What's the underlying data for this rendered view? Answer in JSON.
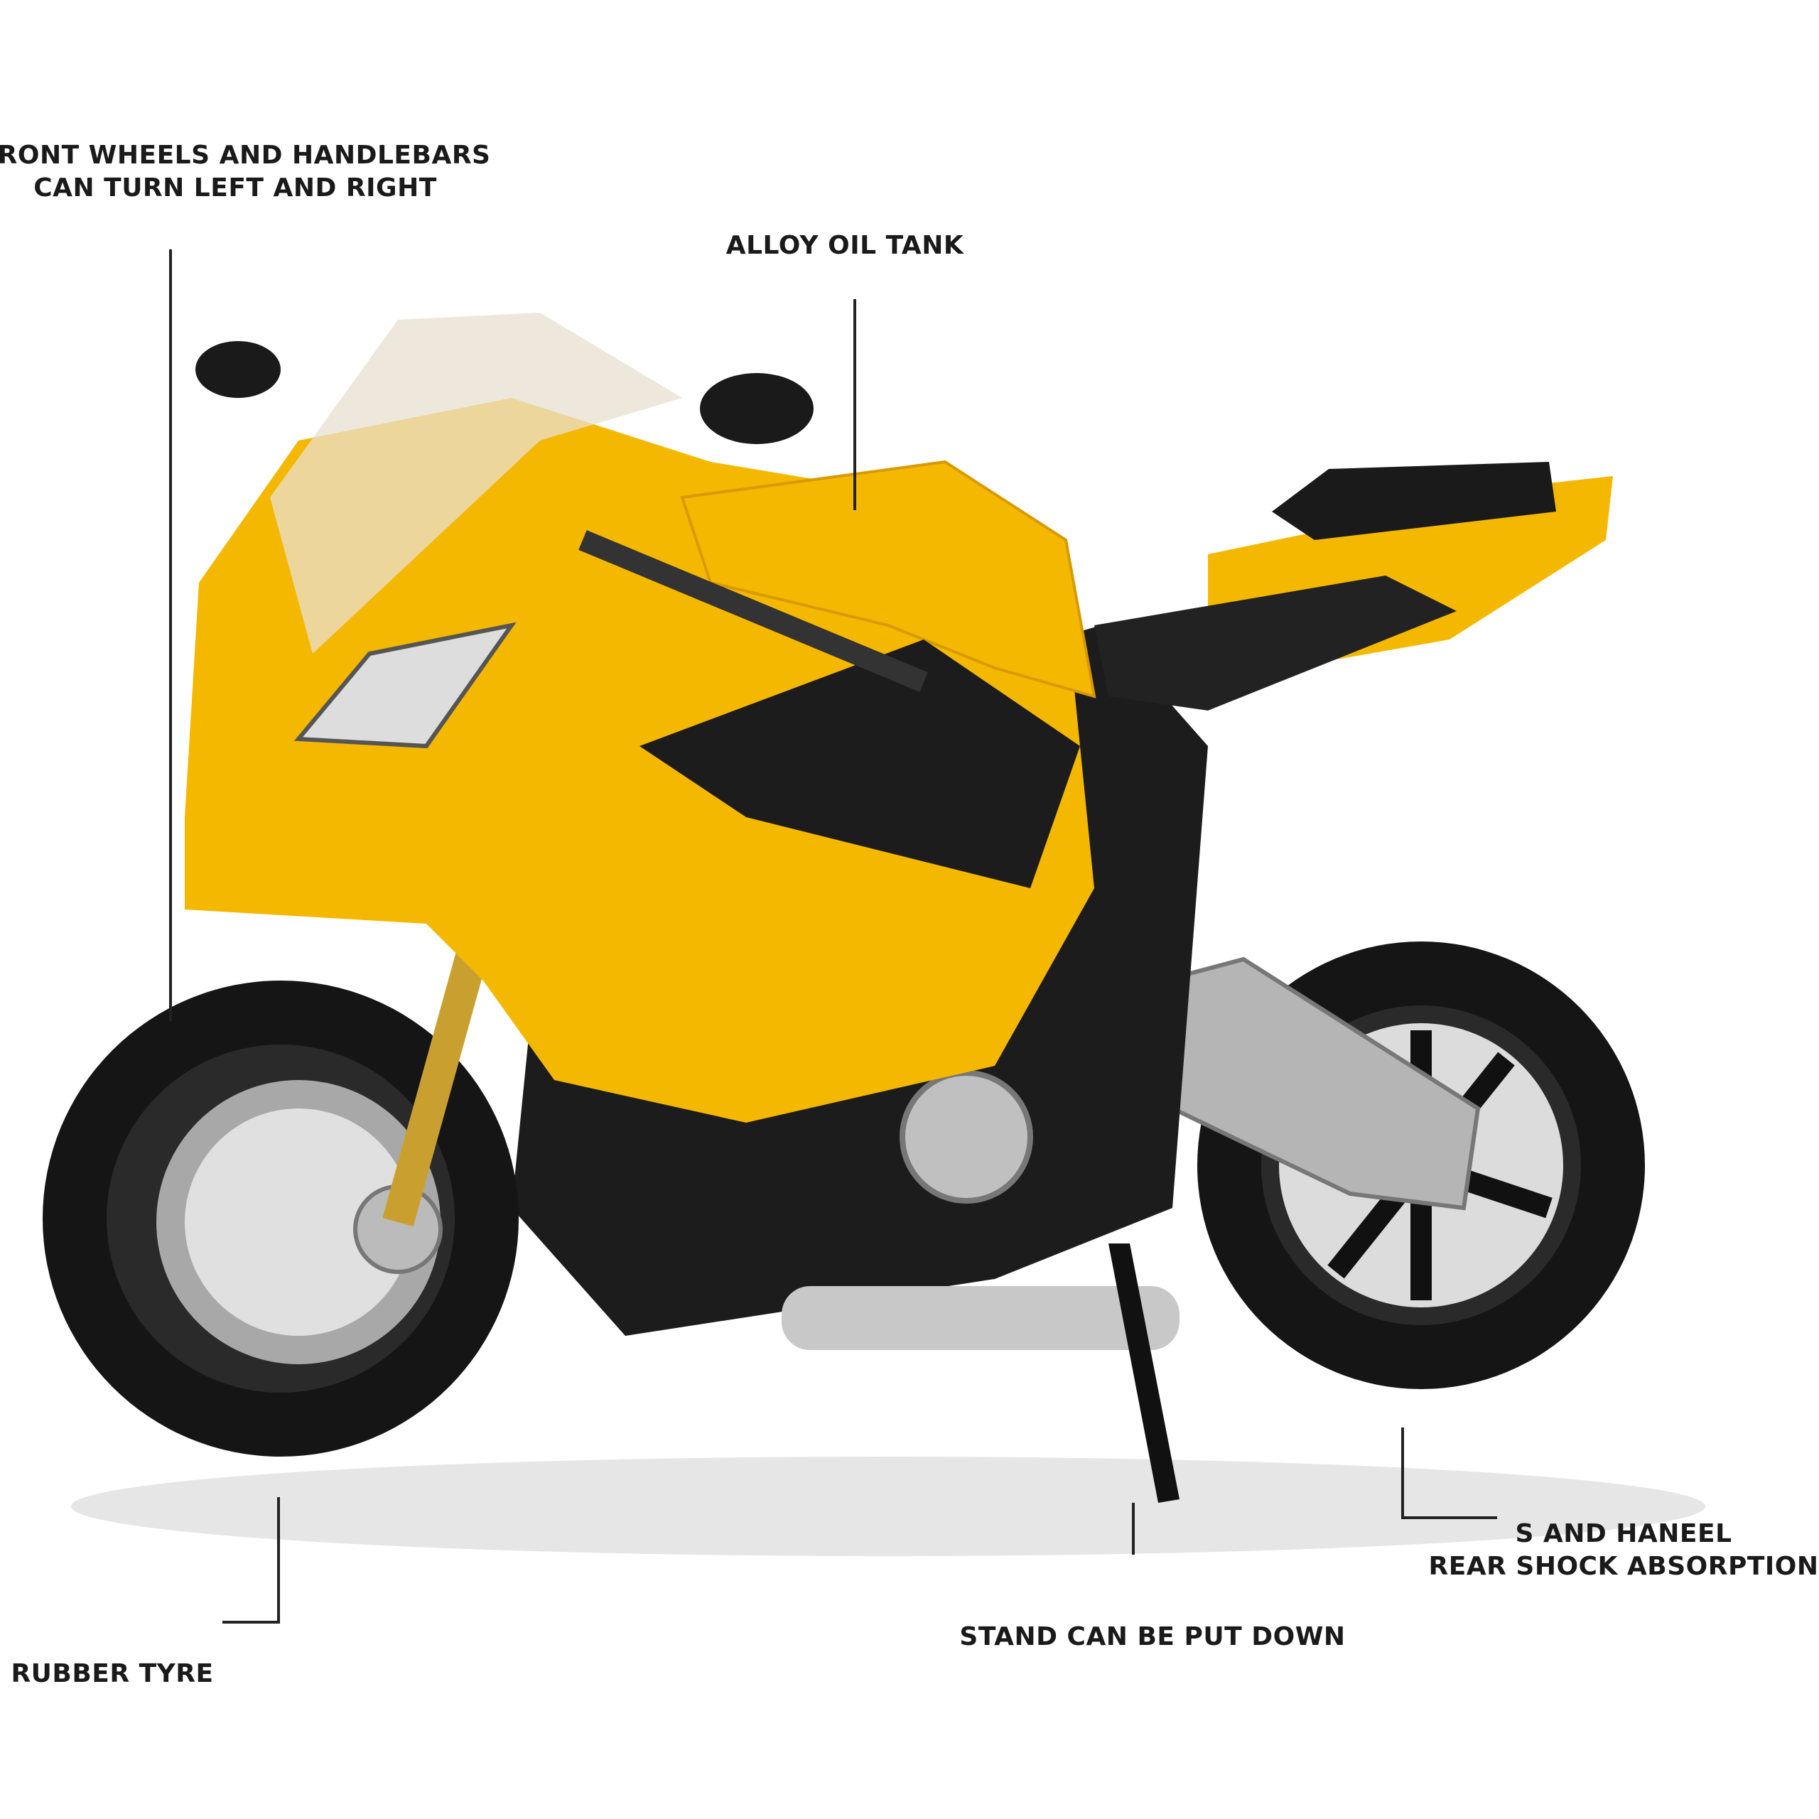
{
  "callouts": {
    "front_wheels": [
      "FRONT WHEELS AND HANDLEBARS",
      "CAN TURN LEFT AND RIGHT"
    ],
    "oil_tank": "ALLOY OIL TANK",
    "rubber_tyre": "RUBBER TYRE",
    "stand": "STAND CAN BE PUT DOWN",
    "rear_shock": [
      "S AND HANEEL",
      "REAR SHOCK ABSORPTION"
    ]
  },
  "colors": {
    "body": "#f5b800",
    "frame": "#1c1c1c",
    "chrome": "#b8b8b8",
    "tyre": "#151515"
  }
}
